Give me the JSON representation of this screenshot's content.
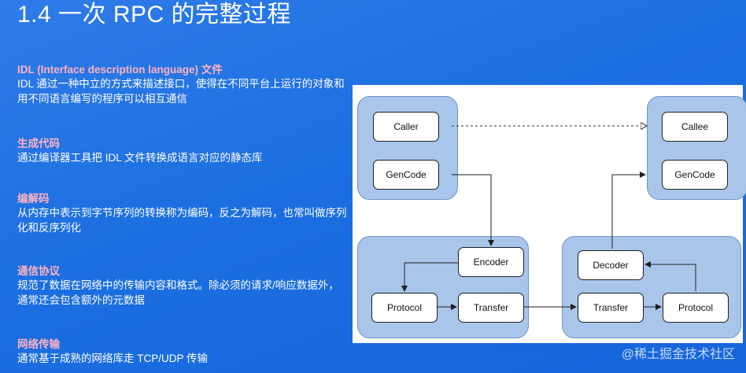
{
  "slide": {
    "title": "1.4 一次 RPC 的完整过程"
  },
  "sections": [
    {
      "heading_en": "IDL (Interface description language) ",
      "heading_cn": "文件",
      "body": "IDL 通过一种中立的方式来描述接口，使得在不同平台上运行的对象和用不同语言编写的程序可以相互通信"
    },
    {
      "heading": "生成代码",
      "body": "通过编译器工具把 IDL 文件转换成语言对应的静态库"
    },
    {
      "heading": "编解码",
      "body": "从内存中表示到字节序列的转换称为编码，反之为解码，也常叫做序列化和反序列化"
    },
    {
      "heading": "通信协议",
      "body": "规范了数据在网络中的传输内容和格式。除必须的请求/响应数据外，通常还会包含额外的元数据"
    },
    {
      "heading": "网络传输",
      "body": "通常基于成熟的网络库走 TCP/UDP 传输"
    }
  ],
  "diagram": {
    "caller": "Caller",
    "gencode_left": "GenCode",
    "callee": "Callee",
    "gencode_right": "GenCode",
    "encoder": "Encoder",
    "protocol_left": "Protocol",
    "transfer_left": "Transfer",
    "decoder": "Decoder",
    "transfer_right": "Transfer",
    "protocol_right": "Protocol"
  },
  "watermark": "@稀土掘金技术社区",
  "colors": {
    "background": "#1c6fe0",
    "heading_pink": "#ffb2c2",
    "group_fill": "#a9c5ea",
    "group_border": "#6d95cc"
  }
}
